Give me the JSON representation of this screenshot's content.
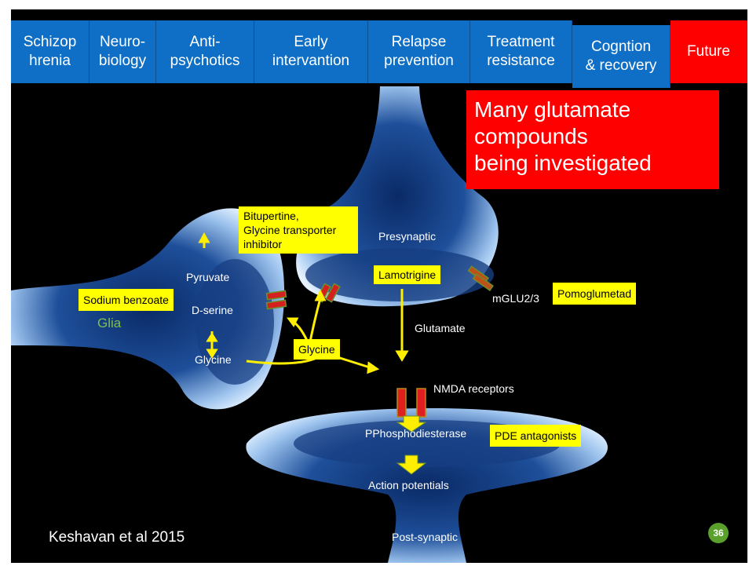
{
  "nav": {
    "tabs": [
      {
        "label": "Schizop\nhrenia"
      },
      {
        "label": "Neuro-\nbiology"
      },
      {
        "label": "Anti-\npsychotics"
      },
      {
        "label": "Early\nintervantion"
      },
      {
        "label": "Relapse\nprevention"
      },
      {
        "label": "Treatment\nresistance"
      },
      {
        "label": "Cogntion\n& recovery"
      },
      {
        "label": "Future"
      }
    ]
  },
  "callout": "Many glutamate\ncompounds\nbeing investigated",
  "labels": {
    "presynaptic": "Presynaptic",
    "pyruvate": "Pyruvate",
    "dserine": "D-serine",
    "glycine_cell": "Glycine",
    "glia": "Glia",
    "glutamate": "Glutamate",
    "mglu": "mGLU2/3",
    "nmda": "NMDA receptors",
    "pde": "PPhosphodiesterase",
    "action": "Action potentials",
    "post": "Post-synaptic"
  },
  "boxes": {
    "bitupertine": "Bitupertine,\nGlycine transporter\ninhibitor",
    "lamotrigine": "Lamotrigine",
    "pomoglumetad": "Pomoglumetad",
    "sodium_benzoate": "Sodium benzoate",
    "glycine": "Glycine",
    "pde_antagonists": "PDE antagonists"
  },
  "citation": "Keshavan et al 2015",
  "page_number": "36",
  "colors": {
    "tab_blue": "#0f6fc6",
    "tab_active": "#ff0000",
    "highlight": "#ffff00",
    "glia_text": "#7fbf4f"
  }
}
